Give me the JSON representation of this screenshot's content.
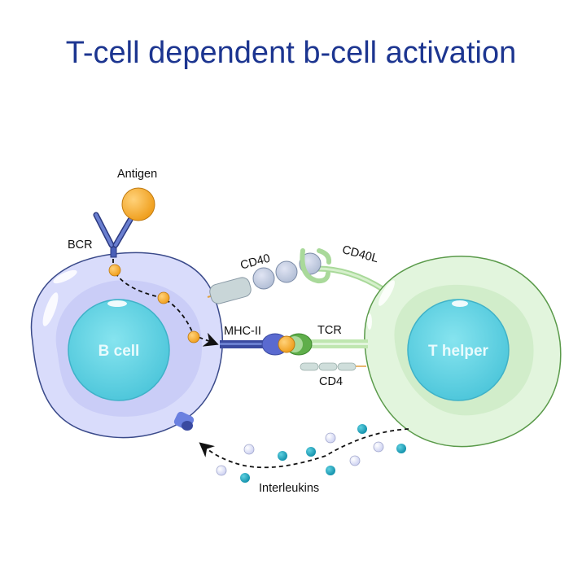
{
  "title": "T-cell dependent b-cell activation",
  "labels": {
    "antigen": "Antigen",
    "bcr": "BCR",
    "cd40": "CD40",
    "cd40l": "CD40L",
    "mhc2": "MHC-II",
    "tcr": "TCR",
    "cd4": "CD4",
    "interleukins": "Interleukins",
    "b_cell": "B cell",
    "t_helper": "T helper"
  },
  "colors": {
    "title": "#1c3590",
    "b_cell_membrane": "#d9dcfb",
    "b_cell_cytoplasm": "#c4c8f6",
    "b_cell_outline": "#3a4a8a",
    "t_cell_membrane": "#e2f5dd",
    "t_cell_cytoplasm": "#cdebc5",
    "t_cell_outline": "#5a9a4a",
    "nucleus": "#6fd9e6",
    "antigen": "#f5a623",
    "interleukin_teal": "#1fa7bf",
    "interleukin_light": "#e4e6fa",
    "receptor_blue": "#4a5fb8"
  }
}
